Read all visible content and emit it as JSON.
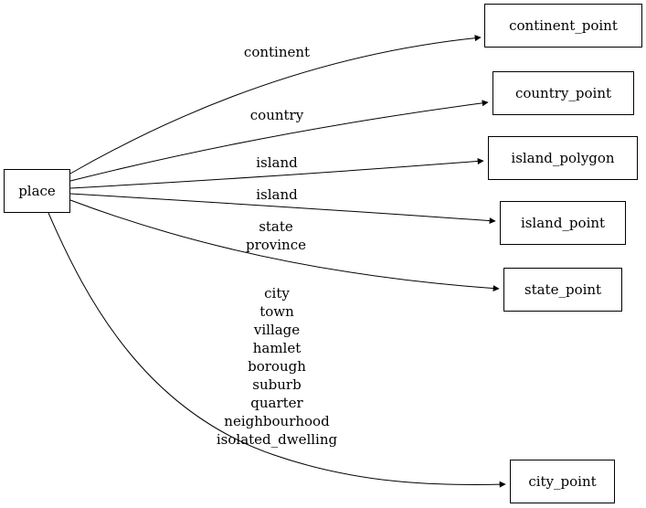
{
  "diagram": {
    "background_color": "#ffffff",
    "line_color": "#000000",
    "text_color": "#000000",
    "nodes": [
      {
        "id": "place",
        "label": "place"
      },
      {
        "id": "continent_point",
        "label": "continent_point"
      },
      {
        "id": "country_point",
        "label": "country_point"
      },
      {
        "id": "island_polygon",
        "label": "island_polygon"
      },
      {
        "id": "island_point",
        "label": "island_point"
      },
      {
        "id": "state_point",
        "label": "state_point"
      },
      {
        "id": "city_point",
        "label": "city_point"
      }
    ],
    "edges": [
      {
        "from": "place",
        "to": "continent_point",
        "label": "continent"
      },
      {
        "from": "place",
        "to": "country_point",
        "label": "country"
      },
      {
        "from": "place",
        "to": "island_polygon",
        "label": "island"
      },
      {
        "from": "place",
        "to": "island_point",
        "label": "island"
      },
      {
        "from": "place",
        "to": "state_point",
        "label": "state\nprovince"
      },
      {
        "from": "place",
        "to": "city_point",
        "label": "city\ntown\nvillage\nhamlet\nborough\nsuburb\nquarter\nneighbourhood\nisolated_dwelling"
      }
    ]
  }
}
